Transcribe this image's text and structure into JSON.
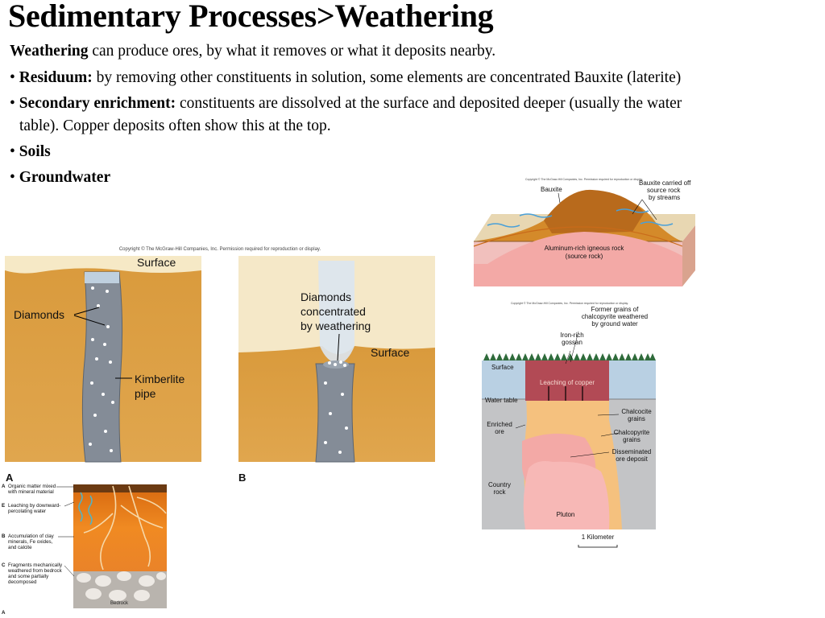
{
  "slide": {
    "title": "Sedimentary Processes>Weathering",
    "intro": {
      "bold": "Weathering",
      "rest": " can produce ores, by what it removes or what it deposits nearby."
    },
    "bullets": [
      {
        "bold": "Residuum:",
        "rest": " by removing other constituents in solution, some elements are concentrated   Bauxite (laterite)"
      },
      {
        "bold": "Secondary enrichment:",
        "rest": " constituents are dissolved at the surface  and deposited deeper (usually the water"
      },
      {
        "bold": "Soils",
        "rest": ""
      },
      {
        "bold": "Groundwater",
        "rest": ""
      }
    ],
    "bullet2_cont": "table).  Copper deposits often show this at the top."
  },
  "bullet_char": "•",
  "copyright": "Copyright © The McGraw-Hill Companies, Inc. Permission required for reproduction or display.",
  "kimberlite": {
    "surface_a": "Surface",
    "diamonds": "Diamonds",
    "kimberlite_1": "Kimberlite",
    "kimberlite_2": "pipe",
    "conc_1": "Diamonds",
    "conc_2": "concentrated",
    "conc_3": "by weathering",
    "surface_b": "Surface",
    "panel_a": "A",
    "panel_b": "B"
  },
  "bauxite": {
    "label": "Bauxite",
    "carried_1": "Bauxite carried off",
    "carried_2": "source rock",
    "carried_3": "by streams",
    "rock_1": "Aluminum-rich igneous rock",
    "rock_2": "(source rock)"
  },
  "copper": {
    "former_1": "Former grains of",
    "former_2": "chalcopyrite weathered",
    "former_3": "by ground water",
    "gossan_1": "Iron-rich",
    "gossan_2": "gossan",
    "surface": "Surface",
    "leaching": "Leaching of copper",
    "water_table": "Water table",
    "enriched_1": "Enriched",
    "enriched_2": "ore",
    "chalcocite_1": "Chalcocite",
    "chalcocite_2": "grains",
    "chalcopyrite_1": "Chalcopyrite",
    "chalcopyrite_2": "grains",
    "diss_1": "Disseminated",
    "diss_2": "ore deposit",
    "country_1": "Country",
    "country_2": "rock",
    "pluton": "Pluton",
    "scale": "1 Kilometer"
  },
  "soil": {
    "a_letter": "A",
    "a_1": "Organic matter mixed",
    "a_2": "with mineral material",
    "e_letter": "E",
    "e_1": "Leaching by downward-",
    "e_2": "percolating water",
    "b_letter": "B",
    "b_1": "Accumulation of clay",
    "b_2": "minerals, Fe oxides,",
    "b_3": "and calcite",
    "c_letter": "C",
    "c_1": "Fragments mechanically",
    "c_2": "weathered from bedrock",
    "c_3": "and some partially",
    "c_4": "decomposed",
    "bedrock": "Bedrock",
    "bottom_letter": "A"
  }
}
